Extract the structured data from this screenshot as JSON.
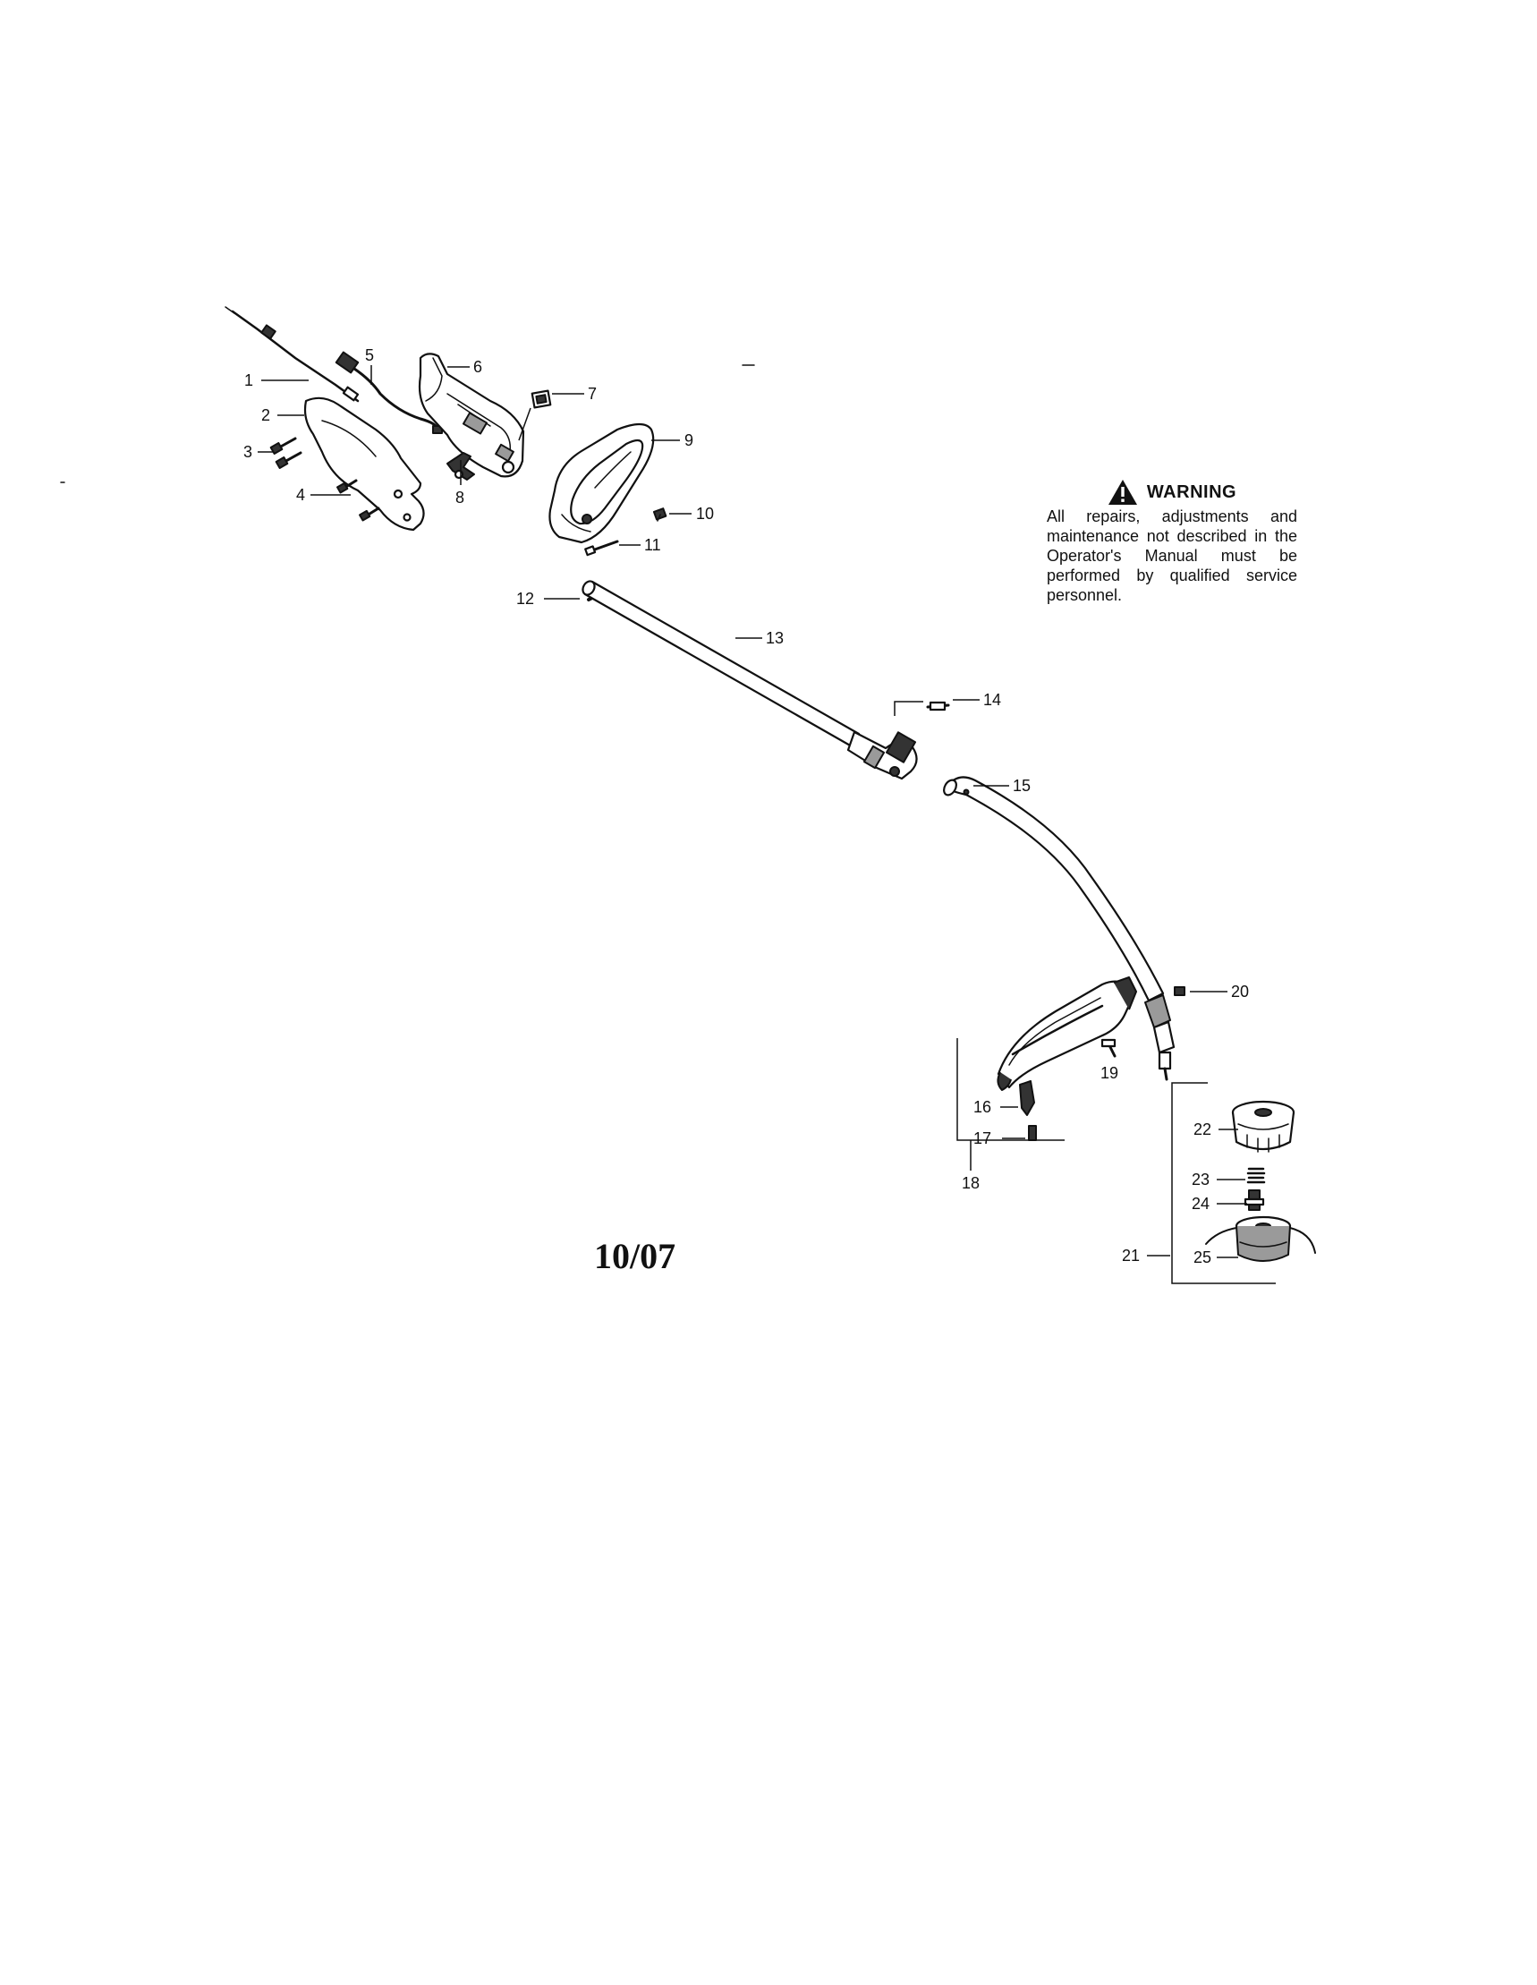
{
  "warning": {
    "title": "WARNING",
    "icon": "warning-triangle-icon",
    "text": "All repairs, adjustments and maintenance not described in the Operator's Manual must be performed by qualified service personnel."
  },
  "revision": "10/07",
  "callouts": [
    {
      "id": "1",
      "label": "1"
    },
    {
      "id": "2",
      "label": "2"
    },
    {
      "id": "3",
      "label": "3"
    },
    {
      "id": "4",
      "label": "4"
    },
    {
      "id": "5",
      "label": "5"
    },
    {
      "id": "6",
      "label": "6"
    },
    {
      "id": "7",
      "label": "7"
    },
    {
      "id": "8",
      "label": "8"
    },
    {
      "id": "9",
      "label": "9"
    },
    {
      "id": "10",
      "label": "10"
    },
    {
      "id": "11",
      "label": "11"
    },
    {
      "id": "12",
      "label": "12"
    },
    {
      "id": "13",
      "label": "13"
    },
    {
      "id": "14",
      "label": "14"
    },
    {
      "id": "15",
      "label": "15"
    },
    {
      "id": "16",
      "label": "16"
    },
    {
      "id": "17",
      "label": "17"
    },
    {
      "id": "18",
      "label": "18"
    },
    {
      "id": "19",
      "label": "19"
    },
    {
      "id": "20",
      "label": "20"
    },
    {
      "id": "21",
      "label": "21"
    },
    {
      "id": "22",
      "label": "22"
    },
    {
      "id": "23",
      "label": "23"
    },
    {
      "id": "24",
      "label": "24"
    },
    {
      "id": "25",
      "label": "25"
    }
  ]
}
